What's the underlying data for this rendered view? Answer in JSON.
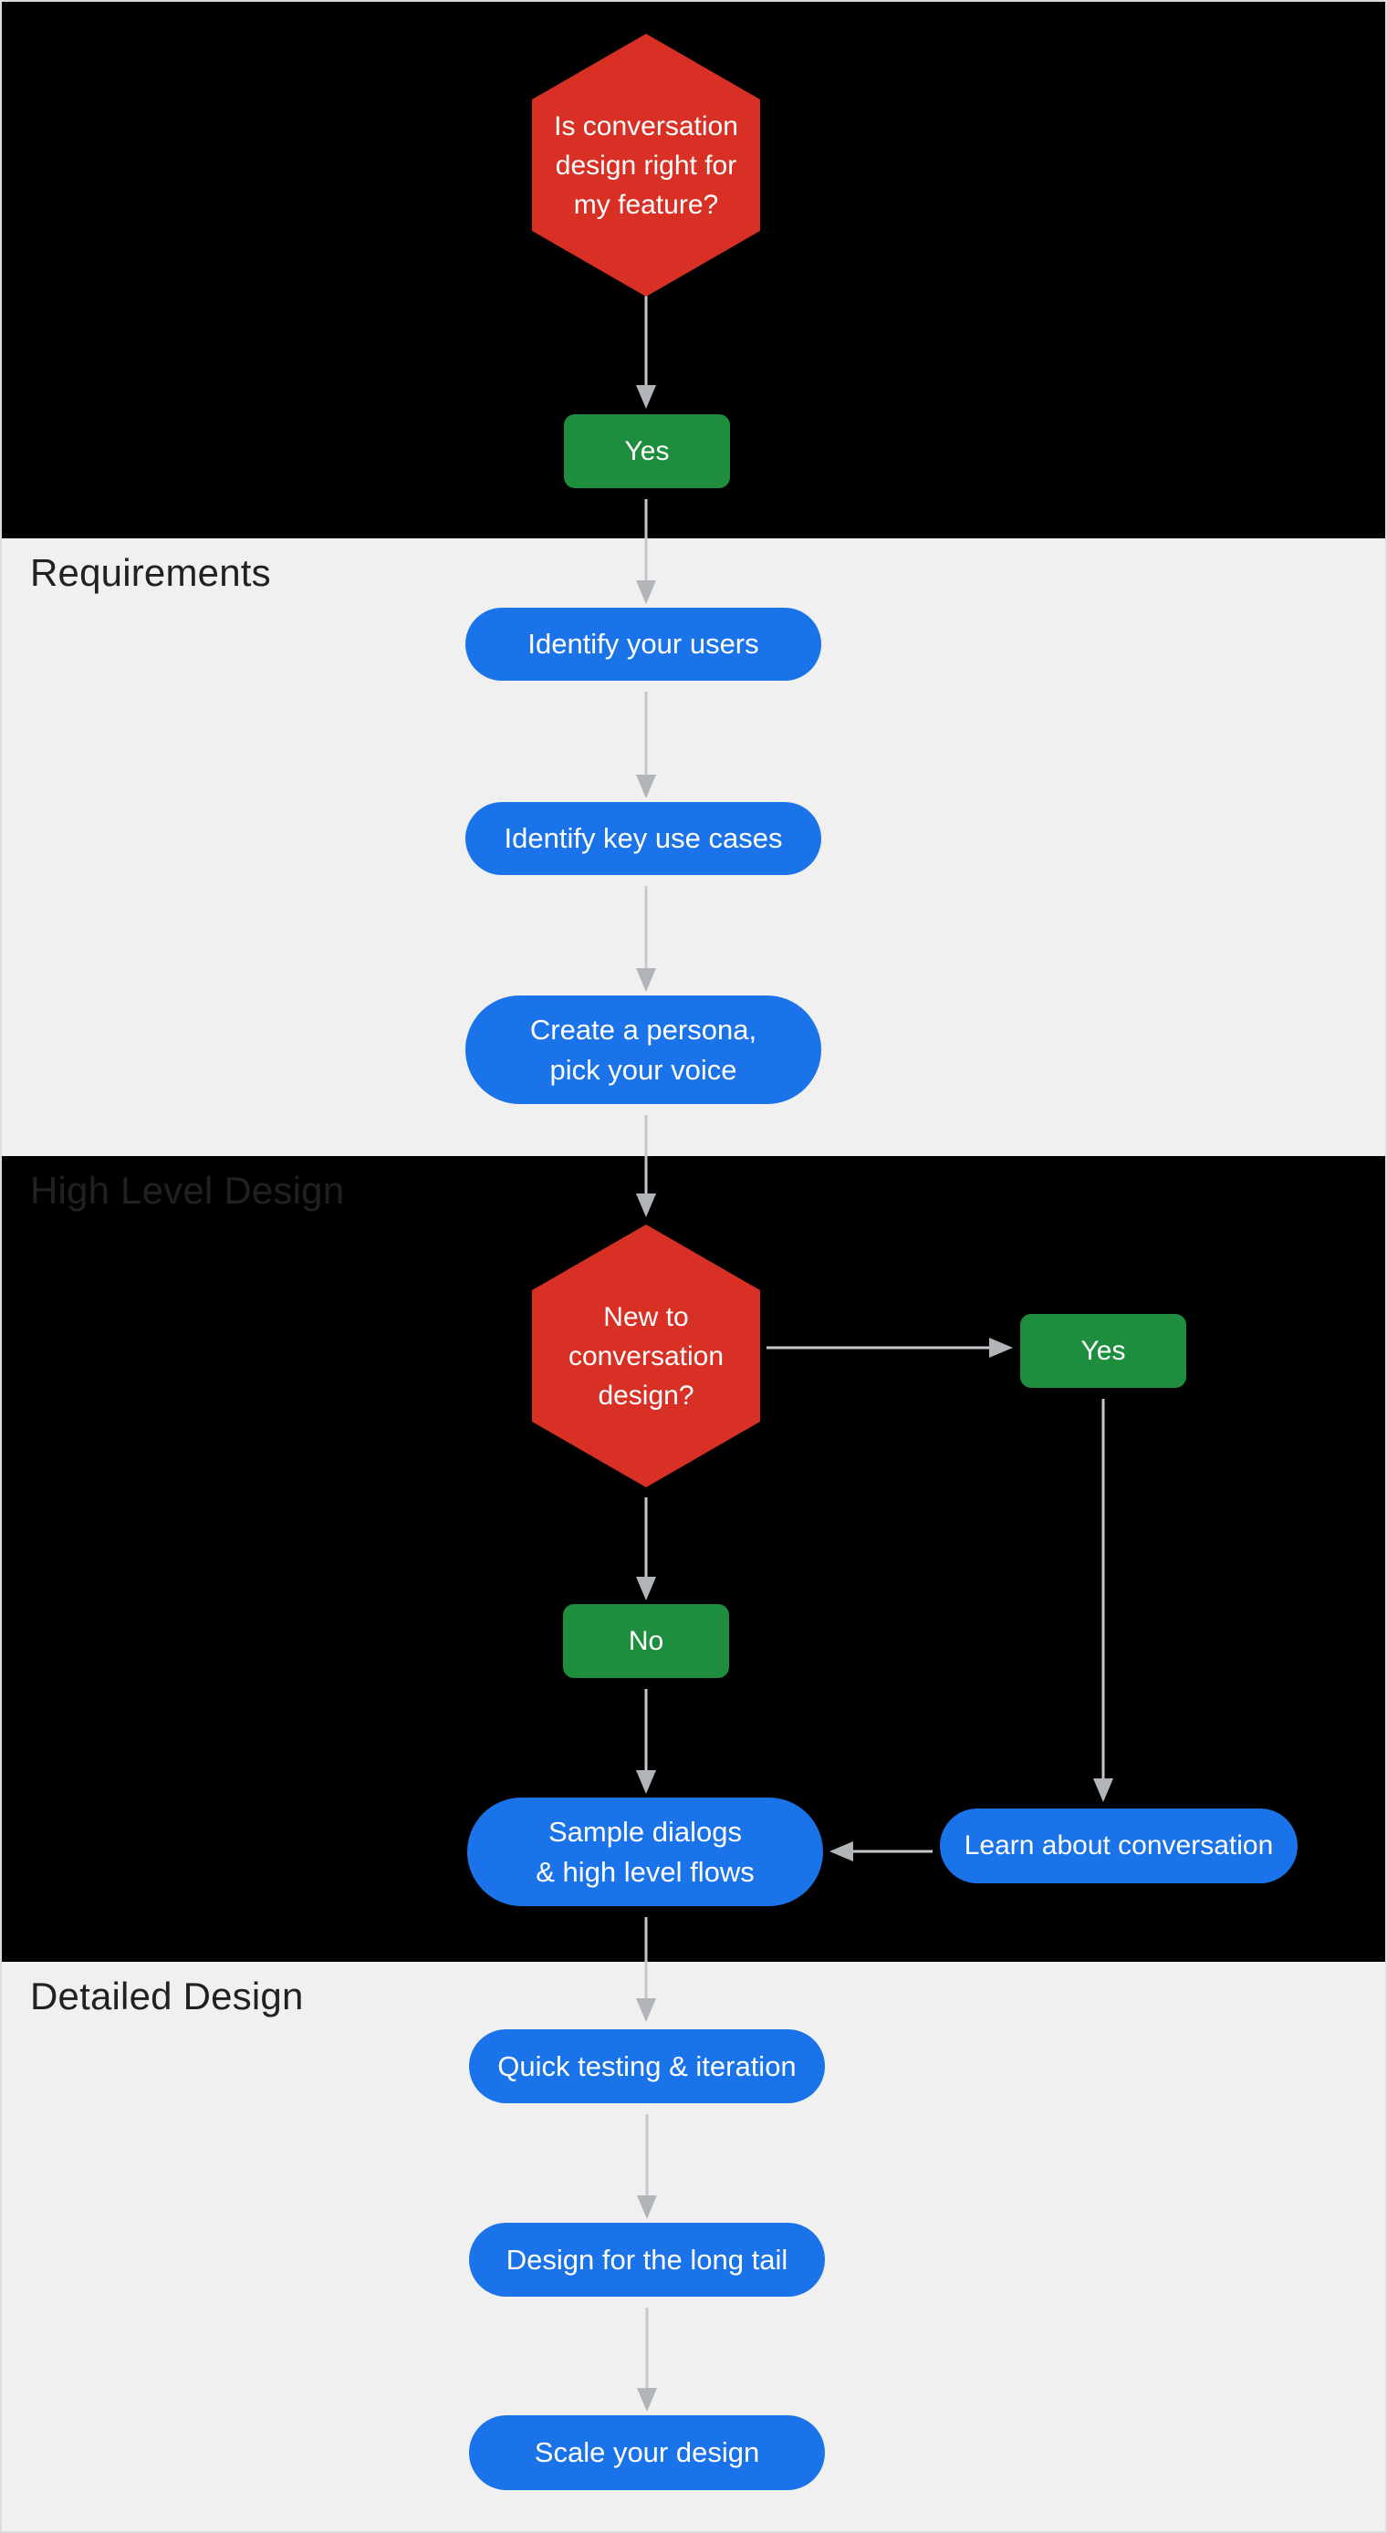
{
  "sections": [
    {
      "name": "intro",
      "label": "",
      "theme": "dark"
    },
    {
      "name": "requirements",
      "label": "Requirements",
      "theme": "light"
    },
    {
      "name": "high-level-design",
      "label": "High Level Design",
      "theme": "dark"
    },
    {
      "name": "detailed-design",
      "label": "Detailed Design",
      "theme": "light"
    }
  ],
  "nodes": {
    "q_fit": "Is conversation\ndesign right for\nmy feature?",
    "a_yes_top": "Yes",
    "identify_users": "Identify your users",
    "identify_use_cases": "Identify key use cases",
    "create_persona": "Create a persona,\npick your voice",
    "q_new": "New to\nconversation\ndesign?",
    "a_yes_right": "Yes",
    "a_no": "No",
    "sample_dialogs": "Sample dialogs\n& high level flows",
    "learn_conversation": "Learn about conversation",
    "quick_testing": "Quick testing & iteration",
    "long_tail": "Design for the long tail",
    "scale_design": "Scale your design"
  },
  "edges": [
    {
      "from": "q_fit",
      "to": "a_yes_top"
    },
    {
      "from": "a_yes_top",
      "to": "identify_users"
    },
    {
      "from": "identify_users",
      "to": "identify_use_cases"
    },
    {
      "from": "identify_use_cases",
      "to": "create_persona"
    },
    {
      "from": "create_persona",
      "to": "q_new"
    },
    {
      "from": "q_new",
      "to": "a_yes_right"
    },
    {
      "from": "q_new",
      "to": "a_no"
    },
    {
      "from": "a_yes_right",
      "to": "learn_conversation"
    },
    {
      "from": "learn_conversation",
      "to": "sample_dialogs"
    },
    {
      "from": "a_no",
      "to": "sample_dialogs"
    },
    {
      "from": "sample_dialogs",
      "to": "quick_testing"
    },
    {
      "from": "quick_testing",
      "to": "long_tail"
    },
    {
      "from": "long_tail",
      "to": "scale_design"
    }
  ],
  "colors": {
    "decision": "#d93025",
    "answer": "#1e8e3e",
    "step": "#1a73e8",
    "arrow_line": "#c4c7cb",
    "arrow_head": "#b1b4b8",
    "section_label": "#202124",
    "bg_dark": "#000000",
    "bg_light": "#f0f0f0"
  }
}
